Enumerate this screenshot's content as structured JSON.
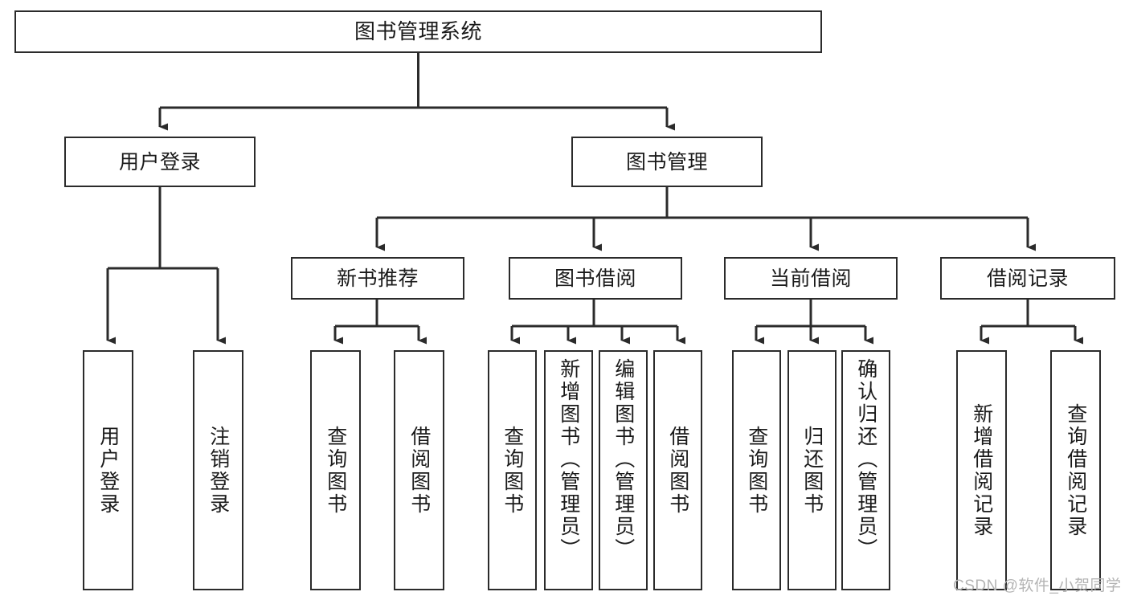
{
  "diagram": {
    "type": "hierarchy-tree",
    "title": "图书管理系统",
    "orientation": "top-down",
    "levels": 4,
    "colors": {
      "stroke": "#2b2b2b",
      "fill": "#ffffff",
      "text": "#1a1a1a",
      "watermark": "#b4b4b4"
    },
    "root": {
      "label": "图书管理系统"
    },
    "level2": [
      {
        "label": "用户登录"
      },
      {
        "label": "图书管理"
      }
    ],
    "level3": [
      {
        "label": "新书推荐"
      },
      {
        "label": "图书借阅"
      },
      {
        "label": "当前借阅"
      },
      {
        "label": "借阅记录"
      }
    ],
    "leaves": {
      "user_login": [
        {
          "label": "用户登录"
        },
        {
          "label": "注销登录"
        }
      ],
      "new_book_recommend": [
        {
          "label": "查询图书"
        },
        {
          "label": "借阅图书"
        }
      ],
      "book_borrow": [
        {
          "label": "查询图书"
        },
        {
          "label": "新增图书（管理员）"
        },
        {
          "label": "编辑图书（管理员）"
        },
        {
          "label": "借阅图书"
        }
      ],
      "current_borrow": [
        {
          "label": "查询图书"
        },
        {
          "label": "归还图书"
        },
        {
          "label": "确认归还（管理员）"
        }
      ],
      "borrow_record": [
        {
          "label": "新增借阅记录"
        },
        {
          "label": "查询借阅记录"
        }
      ]
    }
  },
  "watermark": {
    "text": "CSDN @软件_小贺同学"
  }
}
